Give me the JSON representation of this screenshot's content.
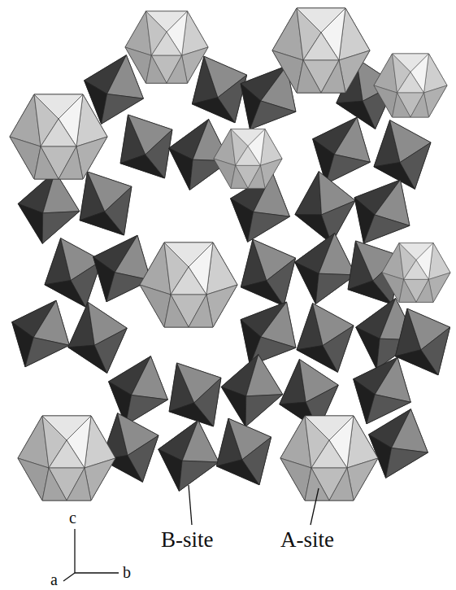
{
  "diagram": {
    "labels": [
      "B-site",
      "A-site",
      "c",
      "b",
      "a"
    ]
  }
}
